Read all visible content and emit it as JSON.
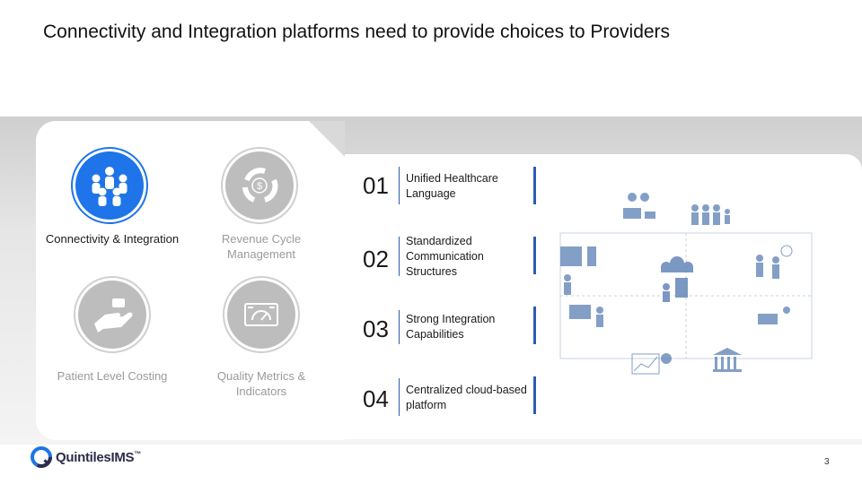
{
  "title": "Connectivity and Integration platforms need to provide choices to Providers",
  "cards": [
    {
      "label": "Connectivity & Integration",
      "icon": "people-network-icon",
      "state": "active"
    },
    {
      "label": "Revenue Cycle Management",
      "icon": "dollar-cycle-icon",
      "state": "inactive"
    },
    {
      "label": "Patient Level Costing",
      "icon": "hand-payment-icon",
      "state": "inactive"
    },
    {
      "label": "Quality Metrics & Indicators",
      "icon": "gauge-dashboard-icon",
      "state": "inactive"
    }
  ],
  "features": [
    {
      "number": "01",
      "text": "Unified Healthcare Language"
    },
    {
      "number": "02",
      "text": "Standardized Communication Structures"
    },
    {
      "number": "03",
      "text": "Strong Integration Capabilities"
    },
    {
      "number": "04",
      "text": "Centralized cloud-based platform"
    }
  ],
  "footer": {
    "brand": "QuintilesIMS",
    "trademark": "™",
    "page": "3"
  },
  "colors": {
    "accent": "#1e74e8",
    "inactive": "#bdbdbd",
    "bar": "#2a5db0"
  }
}
